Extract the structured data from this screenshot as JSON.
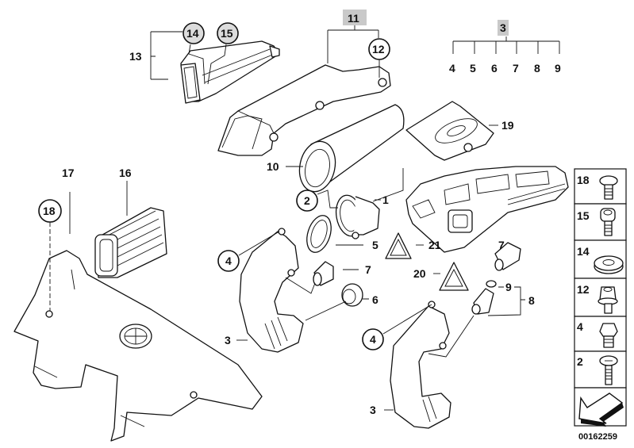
{
  "diagram": {
    "title": "Intake silencer / filter cartridge parts diagram",
    "document_number": "00162259",
    "callouts": {
      "c1": "1",
      "c2": "2",
      "c3a": "3",
      "c3b": "3",
      "c3group": "3",
      "c4a": "4",
      "c4b": "4",
      "c5": "5",
      "c6": "6",
      "c7a": "7",
      "c7b": "7",
      "c8": "8",
      "c9": "9",
      "c10": "10",
      "c11": "11",
      "c12": "12",
      "c13": "13",
      "c14": "14",
      "c15": "15",
      "c16": "16",
      "c17": "17",
      "c18": "18",
      "c19": "19",
      "c20": "20",
      "c21": "21"
    },
    "group_3_children": [
      "4",
      "5",
      "6",
      "7",
      "8",
      "9"
    ],
    "legend": [
      {
        "number": "18",
        "part": "screw-icon"
      },
      {
        "number": "15",
        "part": "socket-bolt-icon"
      },
      {
        "number": "14",
        "part": "grommet-icon"
      },
      {
        "number": "12",
        "part": "stud-bolt-icon"
      },
      {
        "number": "4",
        "part": "hex-bolt-icon"
      },
      {
        "number": "2",
        "part": "self-tapping-screw-icon"
      }
    ],
    "highlighted_labels": [
      "11",
      "3",
      "14",
      "15"
    ]
  }
}
